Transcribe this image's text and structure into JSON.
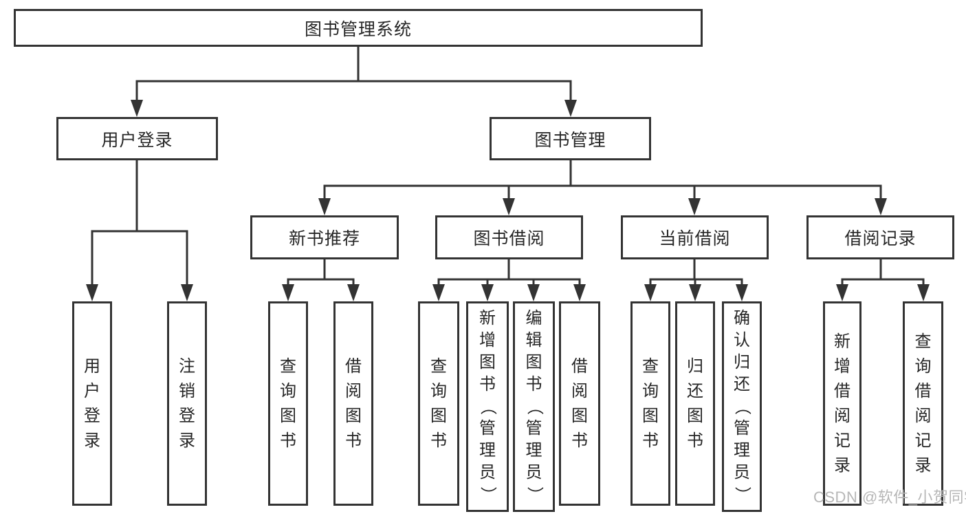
{
  "colors": {
    "background": "#ffffff",
    "line": "#333333",
    "box_border": "#333333",
    "text": "#262626",
    "watermark": "#b6b6b6"
  },
  "nodes": {
    "root": "图书管理系统",
    "branches": [
      {
        "label": "用户登录"
      },
      {
        "label": "图书管理"
      }
    ],
    "modules": [
      {
        "label": "新书推荐"
      },
      {
        "label": "图书借阅"
      },
      {
        "label": "当前借阅"
      },
      {
        "label": "借阅记录"
      }
    ],
    "leaves": {
      "user_login": [
        "用户登录",
        "注销登录"
      ],
      "new_book_recommend": [
        "查询图书",
        "借阅图书"
      ],
      "book_borrow": [
        "查询图书",
        "新增图书（管理员）",
        "编辑图书（管理员）",
        "借阅图书"
      ],
      "current_borrow": [
        "查询图书",
        "归还图书",
        "确认归还（管理员）"
      ],
      "borrow_record": [
        "新增借阅记录",
        "查询借阅记录"
      ]
    }
  },
  "watermark": {
    "text": "CSDN @软件_小贺同学"
  }
}
